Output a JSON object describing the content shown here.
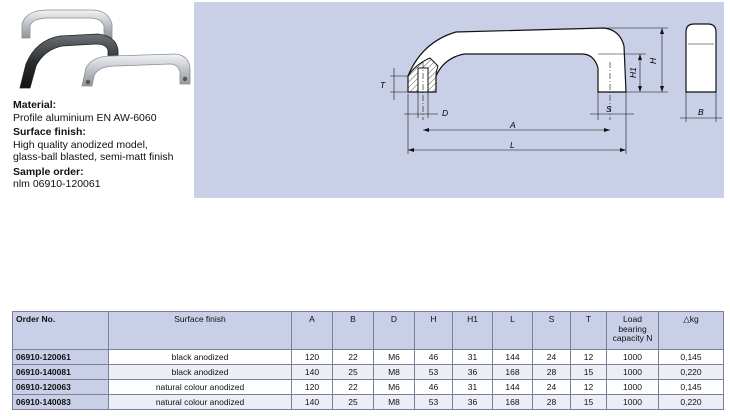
{
  "specs": {
    "material_heading": "Material:",
    "material_text": "Profile aluminium EN AW-6060",
    "surface_heading": "Surface finish:",
    "surface_line1": "High quality anodized model,",
    "surface_line2": "glass-ball blasted, semi-matt finish",
    "sample_heading": "Sample order:",
    "sample_text": "nlm 06910-120061"
  },
  "drawing": {
    "labels": {
      "T": "T",
      "D": "D",
      "A": "A",
      "L": "L",
      "S": "S",
      "H1": "H1",
      "H": "H",
      "B": "B"
    }
  },
  "table": {
    "headers": [
      "Order No.",
      "Surface finish",
      "A",
      "B",
      "D",
      "H",
      "H1",
      "L",
      "S",
      "T",
      "Load bearing capacity N",
      "kg"
    ],
    "rows": [
      [
        "06910-120061",
        "black anodized",
        "120",
        "22",
        "M6",
        "46",
        "31",
        "144",
        "24",
        "12",
        "1000",
        "0,145"
      ],
      [
        "06910-140081",
        "black anodized",
        "140",
        "25",
        "M8",
        "53",
        "36",
        "168",
        "28",
        "15",
        "1000",
        "0,220"
      ],
      [
        "06910-120063",
        "natural colour anodized",
        "120",
        "22",
        "M6",
        "46",
        "31",
        "144",
        "24",
        "12",
        "1000",
        "0,145"
      ],
      [
        "06910-140083",
        "natural colour anodized",
        "140",
        "25",
        "M8",
        "53",
        "36",
        "168",
        "28",
        "15",
        "1000",
        "0,220"
      ]
    ]
  }
}
